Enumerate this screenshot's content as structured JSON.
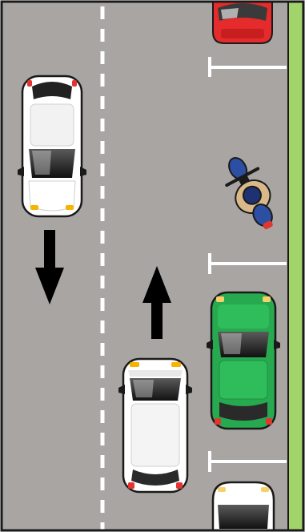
{
  "scene": {
    "road_color": "#a8a5a3",
    "grass_color": "#a3d36b",
    "border_color": "#1a1a1a",
    "lane_marking_color": "#ffffff"
  },
  "vehicles": [
    {
      "name": "white-car-southbound",
      "heading": "down",
      "color": "#ffffff"
    },
    {
      "name": "white-car-northbound",
      "heading": "up",
      "color": "#ffffff"
    },
    {
      "name": "red-parked-car",
      "heading": "up",
      "color": "#e52b2b"
    },
    {
      "name": "green-parked-car",
      "heading": "up",
      "color": "#27a94f"
    },
    {
      "name": "white-parked-car",
      "heading": "up",
      "color": "#ffffff"
    },
    {
      "name": "motorcycle-with-rider",
      "heading": "up",
      "color": "#2d4fa3"
    }
  ],
  "arrows": [
    {
      "name": "down-arrow-icon",
      "direction": "down"
    },
    {
      "name": "up-arrow-icon",
      "direction": "up"
    }
  ],
  "parking_markers": 3
}
